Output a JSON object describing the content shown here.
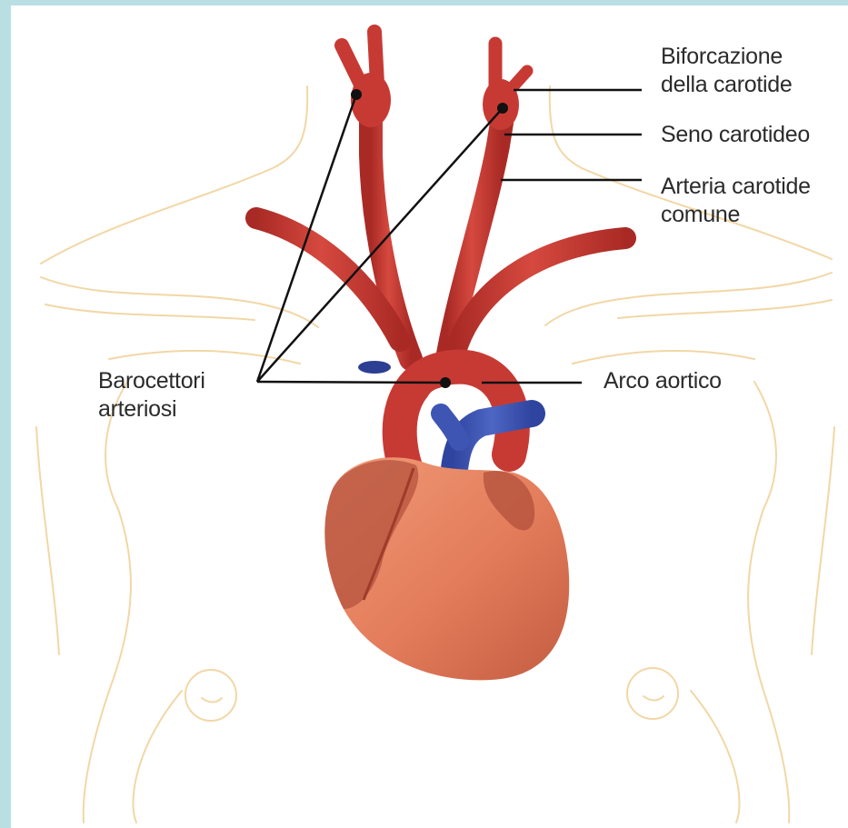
{
  "labels": {
    "biforcazione_line1": "Biforcazione",
    "biforcazione_line2": "della carotide",
    "seno": "Seno carotideo",
    "arteria_line1": "Arteria carotide",
    "arteria_line2": "comune",
    "barocettori_line1": "Barocettori",
    "barocettori_line2": "arteriosi",
    "arco": "Arco aortico"
  },
  "colors": {
    "frame": "#b9dfe3",
    "background": "#ffffff",
    "body_outline": "#f2d7a6",
    "artery": "#c73a34",
    "artery_dark": "#9e2621",
    "vein": "#3e55b3",
    "heart": "#e37c5a",
    "heart_dark": "#b5533d",
    "leader_line": "#111111"
  },
  "icons": {
    "heart": "heart-illustration",
    "torso": "torso-outline"
  }
}
